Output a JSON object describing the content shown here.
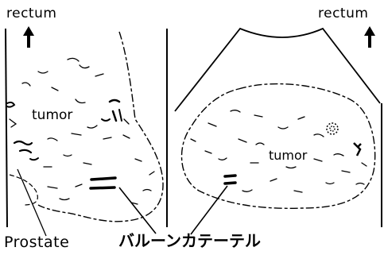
{
  "labels": {
    "rectum_left": "rectum",
    "rectum_right": "rectum",
    "tumor_left": "tumor",
    "tumor_right": "tumor",
    "prostate": "Prostate",
    "balloon_catheter": "バルーンカテーテル"
  },
  "icons": {
    "arrow_left": "up-arrow-icon",
    "arrow_right": "up-arrow-icon"
  },
  "colors": {
    "ink": "#000000",
    "background": "#ffffff"
  }
}
